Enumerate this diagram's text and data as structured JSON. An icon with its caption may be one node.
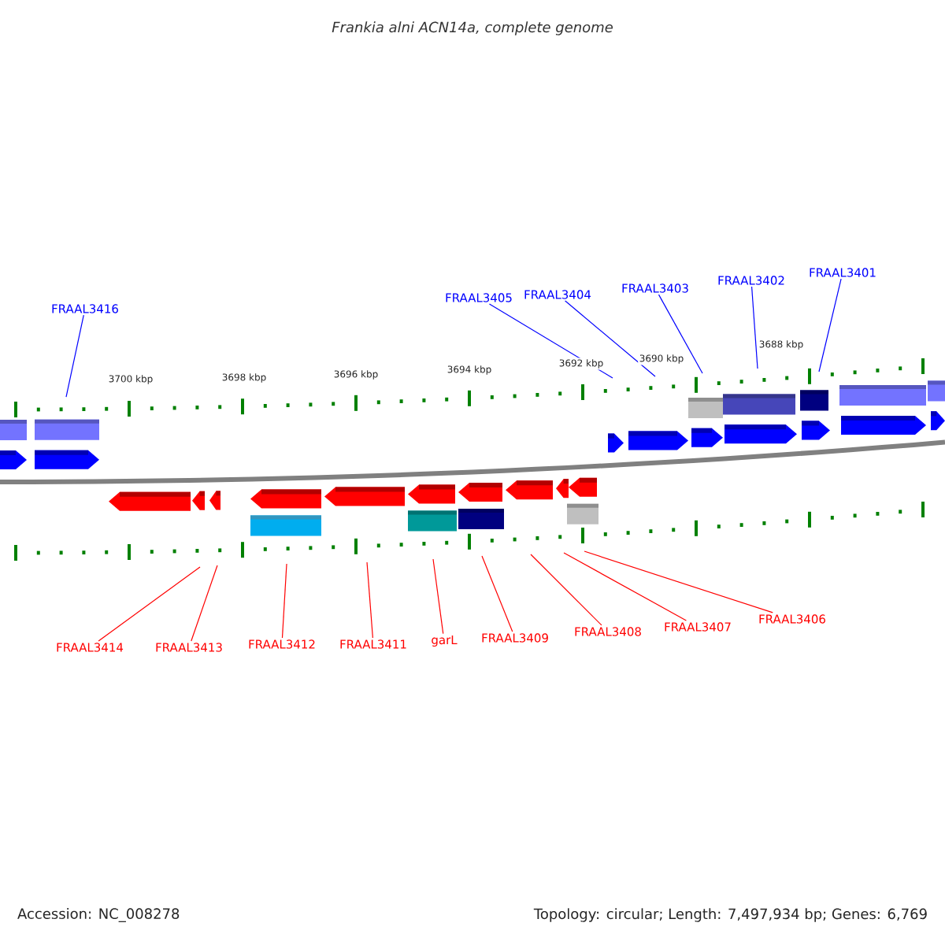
{
  "diagram": {
    "title": "Frankia alni ACN14a, complete genome",
    "nodes": [
      {
        "text": [
          "FRAAL3416"
        ]
      },
      {
        "text": [
          "FRAAL3405"
        ]
      },
      {
        "text": [
          "FRAAL3404"
        ]
      },
      {
        "text": [
          "FRAAL3403"
        ]
      },
      {
        "text": [
          "FRAAL3402"
        ]
      },
      {
        "text": [
          "FRAAL3401"
        ]
      },
      {
        "text": [
          "FRAAL3414"
        ]
      },
      {
        "text": [
          "FRAAL3413"
        ]
      },
      {
        "text": [
          "FRAAL3412"
        ]
      },
      {
        "text": [
          "FRAAL3411"
        ]
      },
      {
        "text": [
          "garL"
        ]
      },
      {
        "text": [
          "FRAAL3409"
        ]
      },
      {
        "text": [
          "FRAAL3408"
        ]
      },
      {
        "text": [
          "FRAAL3407"
        ]
      },
      {
        "text": [
          "FRAAL3406"
        ]
      }
    ],
    "edges": [
      {
        "from": 0,
        "to": null,
        "arrow": "none",
        "color": "#0000ff"
      },
      {
        "from": 1,
        "to": null,
        "arrow": "none",
        "color": "#0000ff"
      },
      {
        "from": 2,
        "to": null,
        "arrow": "none",
        "color": "#0000ff"
      },
      {
        "from": 3,
        "to": null,
        "arrow": "none",
        "color": "#0000ff"
      },
      {
        "from": 4,
        "to": null,
        "arrow": "none",
        "color": "#0000ff"
      },
      {
        "from": 5,
        "to": null,
        "arrow": "none",
        "color": "#0000ff"
      },
      {
        "from": 6,
        "to": null,
        "arrow": "none"
      },
      {
        "from": 7,
        "to": null,
        "arrow": "none"
      },
      {
        "from": 8,
        "to": null,
        "arrow": "none"
      },
      {
        "from": 9,
        "to": null,
        "arrow": "none"
      },
      {
        "from": 10,
        "to": null,
        "arrow": "none"
      },
      {
        "from": 11,
        "to": null,
        "arrow": "none"
      },
      {
        "from": 12,
        "to": null,
        "arrow": "none"
      },
      {
        "from": 13,
        "to": null,
        "arrow": "none"
      },
      {
        "from": 14,
        "to": null,
        "arrow": "none"
      }
    ],
    "labels": [
      "3700 kbp",
      "3698 kbp",
      "3696 kbp",
      "3694 kbp",
      "3692 kbp",
      "3690 kbp",
      "3688 kbp",
      "Accession: NC_008278",
      "Topology: circular; Length: 7,497,934 bp; Genes: 6,769"
    ]
  }
}
